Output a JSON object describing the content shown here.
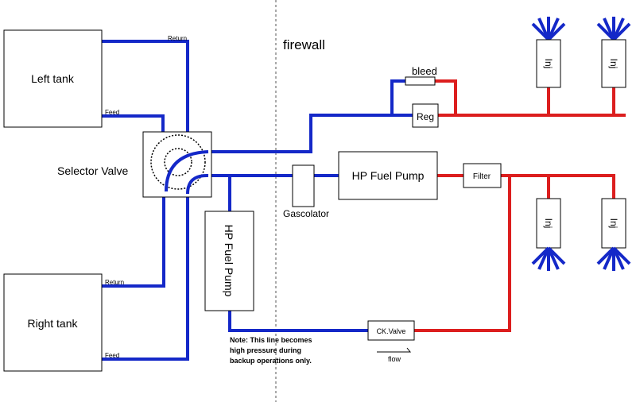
{
  "diagram": {
    "firewall_label": "firewall",
    "left_tank": "Left tank",
    "right_tank": "Right tank",
    "return_label_top": "Return",
    "feed_label_top": "Feed",
    "return_label_bottom": "Return",
    "feed_label_bottom": "Feed",
    "selector_valve": "Selector Valve",
    "gascolator": "Gascolator",
    "hp_pump_main": "HP Fuel Pump",
    "hp_pump_backup": "HP Fuel Pump",
    "filter": "Filter",
    "regulator": "Reg",
    "bleed": "bleed",
    "check_valve": "CK.Valve",
    "flow": "flow",
    "injector_label": "Inj",
    "note_lines": [
      "Note: This line becomes",
      "high pressure during",
      "backup operations only."
    ],
    "colors": {
      "low_pressure": "#1428c8",
      "high_pressure": "#dc1e1e"
    }
  }
}
